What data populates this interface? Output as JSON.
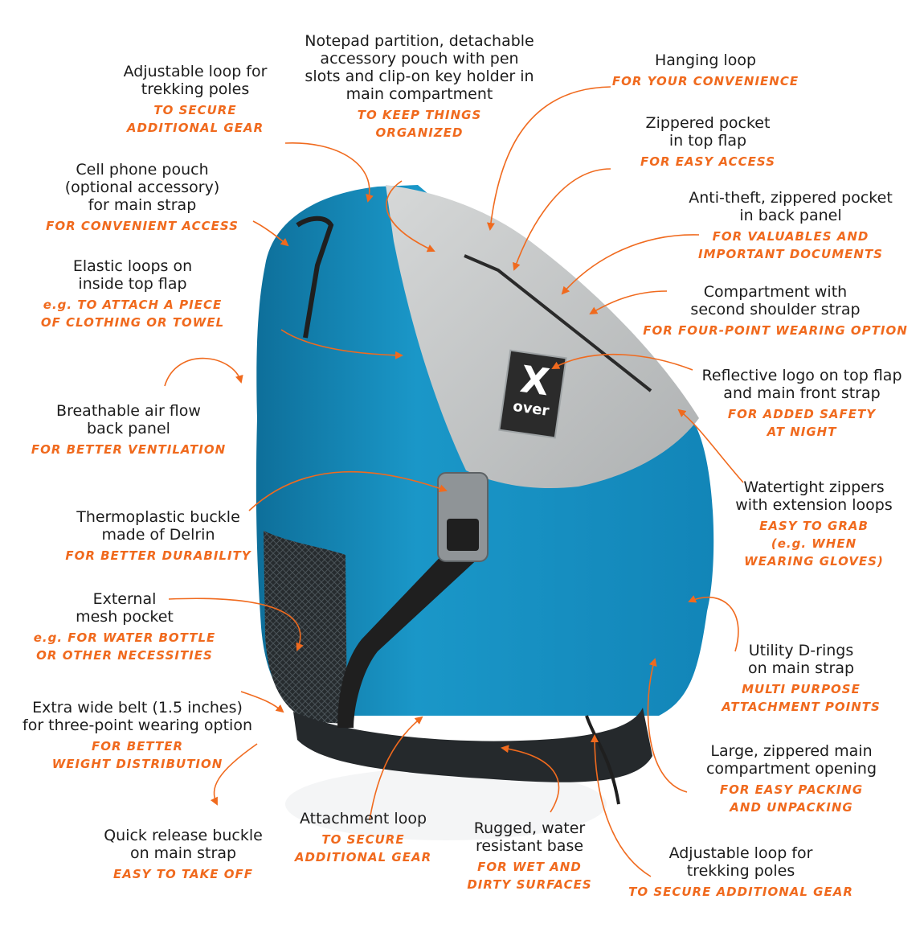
{
  "colors": {
    "accent": "#f06a1e",
    "text": "#1c1c1c",
    "bag_blue": "#1590c2",
    "flap_gray": "#c4c6c6",
    "strap_black": "#1f1f1f"
  },
  "logo": {
    "x": "X",
    "over": "over"
  },
  "callouts": [
    {
      "id": "notepad",
      "lines": [
        "Notepad partition, detachable",
        "accessory pouch with pen",
        "slots and clip-on key holder in",
        "main compartment"
      ],
      "benefit": [
        "TO KEEP THINGS",
        "ORGANIZED"
      ]
    },
    {
      "id": "loop-top",
      "lines": [
        "Adjustable loop for",
        "trekking poles"
      ],
      "benefit": [
        "TO SECURE",
        "ADDITIONAL GEAR"
      ]
    },
    {
      "id": "hanging",
      "lines": [
        "Hanging loop"
      ],
      "benefit": [
        "FOR YOUR CONVENIENCE"
      ]
    },
    {
      "id": "zip-top",
      "lines": [
        "Zippered pocket",
        "in top flap"
      ],
      "benefit": [
        "FOR EASY ACCESS"
      ]
    },
    {
      "id": "phone",
      "lines": [
        "Cell phone pouch",
        "(optional accessory)",
        "for main strap"
      ],
      "benefit": [
        "FOR CONVENIENT ACCESS"
      ]
    },
    {
      "id": "antitheft",
      "lines": [
        "Anti-theft, zippered pocket",
        "in back panel"
      ],
      "benefit": [
        "FOR VALUABLES AND",
        "IMPORTANT DOCUMENTS"
      ]
    },
    {
      "id": "elastic",
      "lines": [
        "Elastic loops on",
        "inside top flap"
      ],
      "benefit": [
        "e.g. TO ATTACH A PIECE",
        "OF CLOTHING OR TOWEL"
      ]
    },
    {
      "id": "compartment",
      "lines": [
        "Compartment with",
        "second shoulder strap"
      ],
      "benefit": [
        "FOR FOUR-POINT WEARING OPTION"
      ]
    },
    {
      "id": "reflective",
      "lines": [
        "Reflective logo on top flap",
        "and main front strap"
      ],
      "benefit": [
        "FOR ADDED SAFETY",
        "AT NIGHT"
      ]
    },
    {
      "id": "airflow",
      "lines": [
        "Breathable air flow",
        "back panel"
      ],
      "benefit": [
        "FOR BETTER VENTILATION"
      ]
    },
    {
      "id": "zippers",
      "lines": [
        "Watertight zippers",
        "with extension loops"
      ],
      "benefit": [
        "EASY TO GRAB",
        "(e.g. WHEN",
        "WEARING GLOVES)"
      ]
    },
    {
      "id": "buckle",
      "lines": [
        "Thermoplastic buckle",
        "made of Delrin"
      ],
      "benefit": [
        "FOR BETTER DURABILITY"
      ]
    },
    {
      "id": "mesh",
      "lines": [
        "External",
        "mesh pocket"
      ],
      "benefit": [
        "e.g. FOR WATER BOTTLE",
        "OR OTHER NECESSITIES"
      ]
    },
    {
      "id": "drings",
      "lines": [
        "Utility D-rings",
        "on main strap"
      ],
      "benefit": [
        "MULTI PURPOSE",
        "ATTACHMENT POINTS"
      ]
    },
    {
      "id": "belt",
      "lines": [
        "Extra wide belt (1.5 inches)",
        "for three-point wearing option"
      ],
      "benefit": [
        "FOR BETTER",
        "WEIGHT DISTRIBUTION"
      ]
    },
    {
      "id": "mainzip",
      "lines": [
        "Large, zippered main",
        "compartment opening"
      ],
      "benefit": [
        "FOR EASY PACKING",
        "AND UNPACKING"
      ]
    },
    {
      "id": "attach",
      "lines": [
        "Attachment loop"
      ],
      "benefit": [
        "TO SECURE",
        "ADDITIONAL GEAR"
      ]
    },
    {
      "id": "base",
      "lines": [
        "Rugged, water",
        "resistant base"
      ],
      "benefit": [
        "FOR WET AND",
        "DIRTY SURFACES"
      ]
    },
    {
      "id": "quick",
      "lines": [
        "Quick release buckle",
        "on main strap"
      ],
      "benefit": [
        "EASY TO TAKE OFF"
      ]
    },
    {
      "id": "loop-bottom",
      "lines": [
        "Adjustable loop for",
        "trekking poles"
      ],
      "benefit": [
        "TO SECURE ADDITIONAL GEAR"
      ]
    }
  ]
}
